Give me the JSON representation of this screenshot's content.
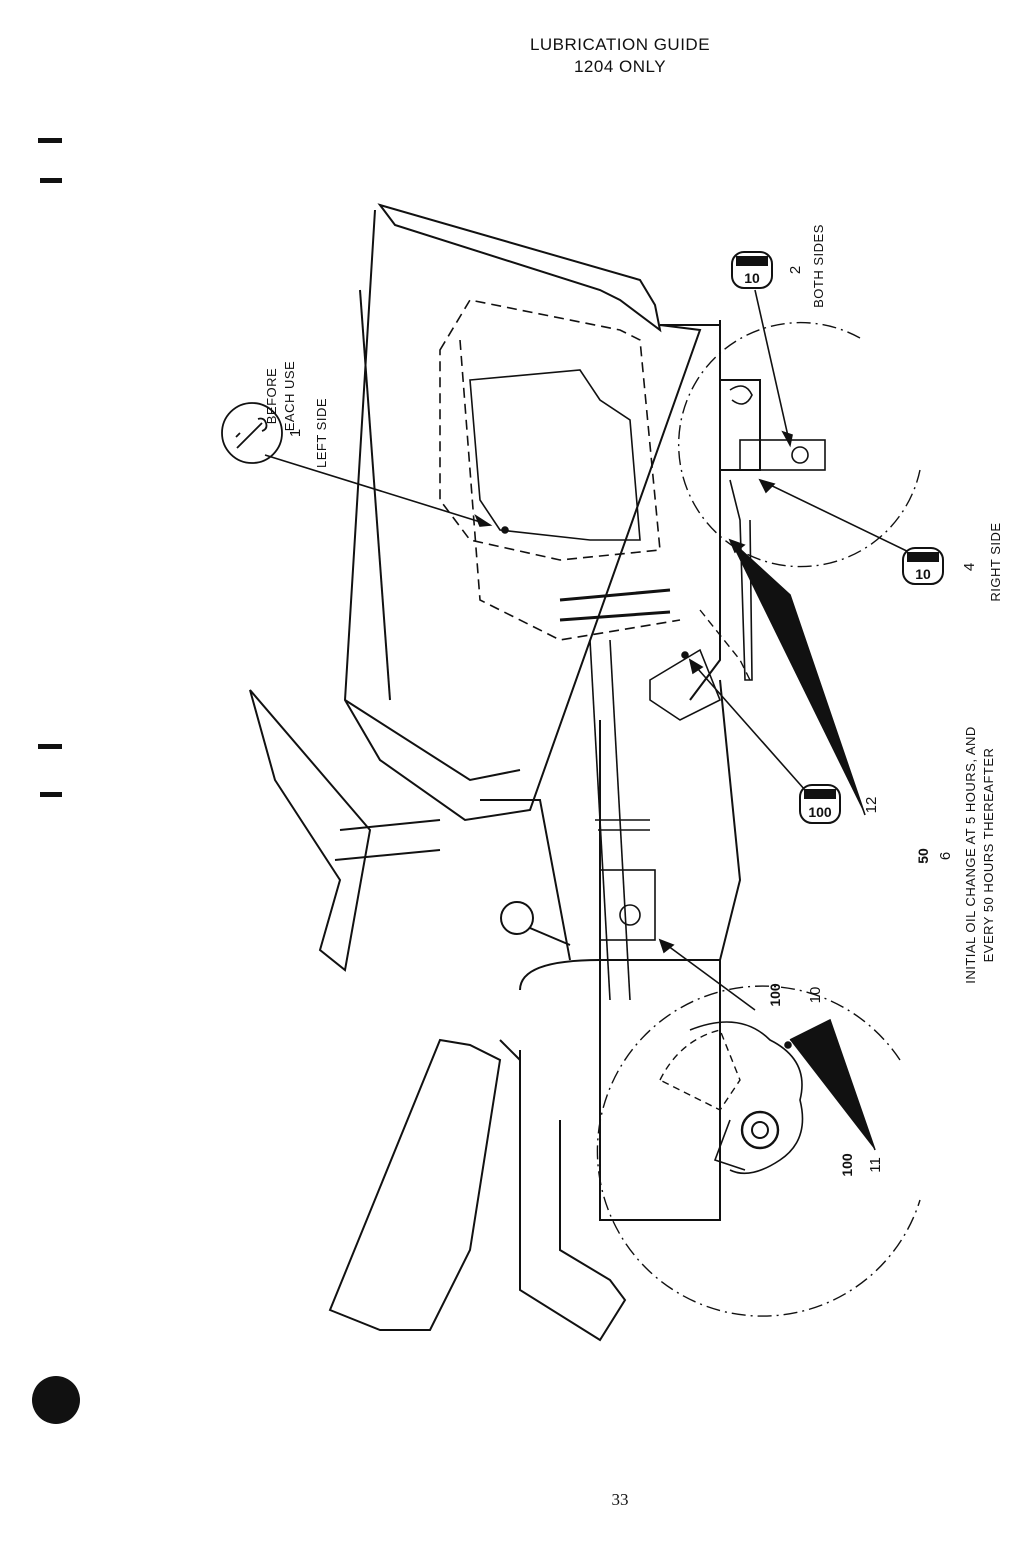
{
  "title": {
    "line1": "LUBRICATION GUIDE",
    "line2": "1204 ONLY"
  },
  "callouts": [
    {
      "number": "1",
      "interval_text": "",
      "lines": [
        "BEFORE",
        "EACH USE",
        "LEFT SIDE"
      ]
    },
    {
      "number": "2",
      "interval_text": "10",
      "lines": [
        "BOTH SIDES"
      ]
    },
    {
      "number": "4",
      "interval_text": "10",
      "lines": [
        "RIGHT SIDE"
      ]
    },
    {
      "number": "12",
      "interval_text": "100",
      "lines": []
    },
    {
      "number": "6",
      "interval_text": "50",
      "lines": []
    },
    {
      "number": "10",
      "interval_text": "100",
      "lines": []
    },
    {
      "number": "11",
      "interval_text": "100",
      "lines": []
    }
  ],
  "note": {
    "line1": "INITIAL OIL CHANGE AT 5 HOURS, AND",
    "line2": "EVERY 50 HOURS THEREAFTER"
  },
  "page_number": "33"
}
